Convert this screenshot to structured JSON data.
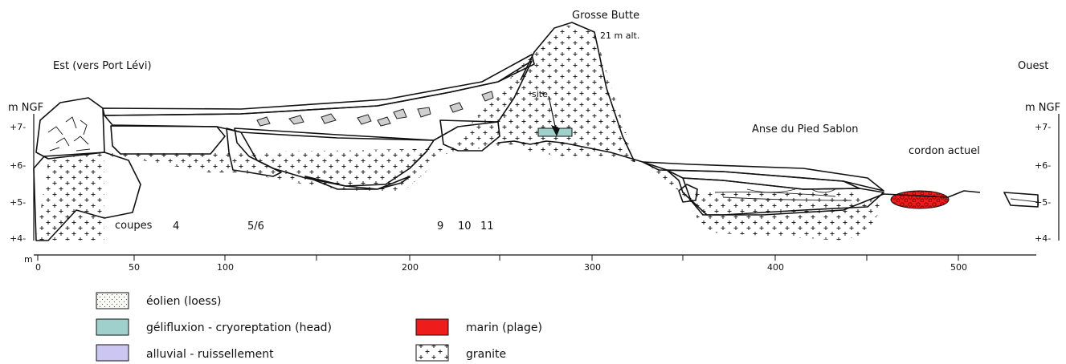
{
  "colors": {
    "eolien": "#f7f7f4",
    "head": "#9fd0cb",
    "marin": "#ef1c1c",
    "alluvial": "#cbc6f2",
    "granite": "#ffffff",
    "outline": "#111111"
  },
  "labels": {
    "east": "Est (vers Port Lévi)",
    "west": "Ouest",
    "summit": "Grosse Butte",
    "summit_alt": "21 m alt.",
    "site": "site",
    "anse": "Anse du Pied Sablon",
    "cordon": "cordon actuel",
    "coupes": "coupes",
    "coupe_numbers": [
      "4",
      "5/6",
      "9",
      "10",
      "11"
    ]
  },
  "axes": {
    "y_unit_left": "m NGF",
    "y_unit_right": "m NGF",
    "y_ticks_left": [
      "+7-",
      "+6-",
      "+5-",
      "+4-"
    ],
    "y_ticks_right": [
      "+7-",
      "+6-",
      "+5-",
      "+4-"
    ],
    "x_unit": "m",
    "x_ticks": [
      "0",
      "50",
      "100",
      "200",
      "300",
      "400",
      "500"
    ]
  },
  "legend": [
    {
      "key": "eolien",
      "label": "éolien (loess)",
      "pattern": "dots"
    },
    {
      "key": "head",
      "label": "gélifluxion - cryoreptation (head)",
      "pattern": "solid"
    },
    {
      "key": "alluvial",
      "label": "alluvial - ruissellement",
      "pattern": "solid"
    },
    {
      "key": "marin",
      "label": "marin (plage)",
      "pattern": "solid"
    },
    {
      "key": "granite",
      "label": "granite",
      "pattern": "crosses"
    }
  ]
}
